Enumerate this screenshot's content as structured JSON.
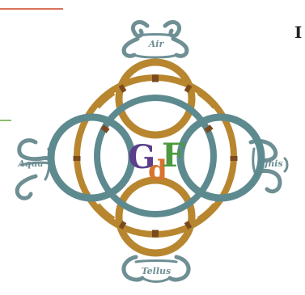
{
  "heading_fragment": "I",
  "labels": {
    "top": "Air",
    "left": "Aqua",
    "right": "Ignis",
    "bottom": "Tellus"
  },
  "logo": {
    "letters": [
      "G",
      "d",
      "F"
    ],
    "colors": [
      "#5b3f8c",
      "#d9732e",
      "#4c9a3f"
    ]
  },
  "colors": {
    "accent_line_top": "#d9735a",
    "accent_line_left": "#8dbf6a",
    "ring_gold": "#b8862f",
    "ring_teal": "#5d8a8f",
    "ring_band_dark": "#7a4a1e",
    "flourish": "#6e8f94"
  }
}
